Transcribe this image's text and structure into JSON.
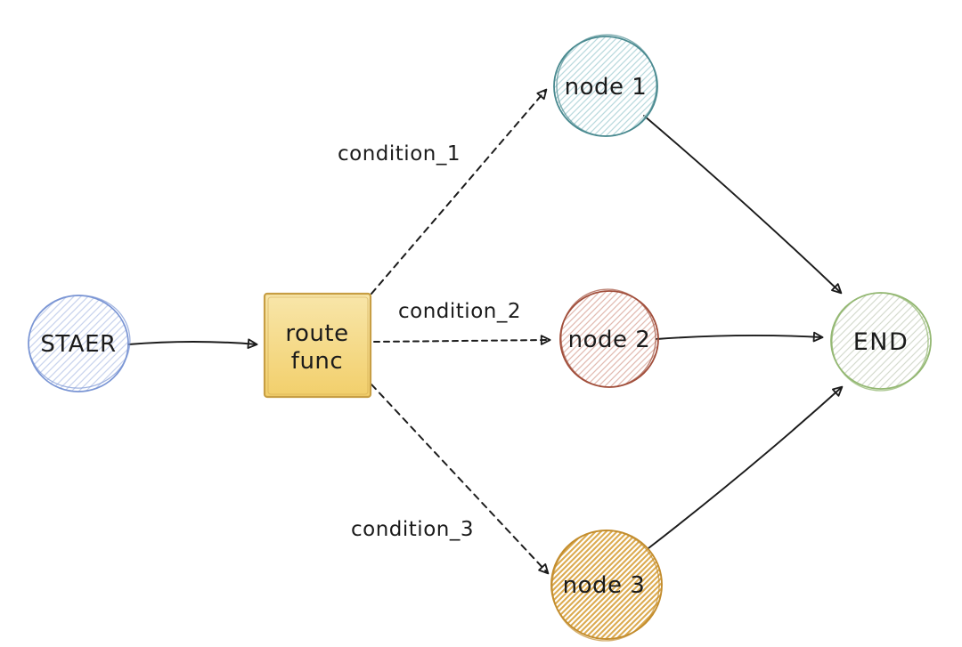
{
  "diagram": {
    "background": "#ffffff",
    "stroke_color": "#1b1b1b",
    "text_color": "#1b1b1b",
    "nodes": {
      "start": {
        "label": "STAER",
        "shape": "circle",
        "border_color": "#7a95d4",
        "hatch_color": "#c9d4ee"
      },
      "router": {
        "label_line1": "route",
        "label_line2": "func",
        "shape": "square",
        "border_color": "#c79e44",
        "fill_top": "#f8e6aa",
        "fill_bottom": "#f2cf6b"
      },
      "node1": {
        "label": "node 1",
        "shape": "circle",
        "border_color": "#4a8a90",
        "hatch_color": "#badade"
      },
      "node2": {
        "label": "node 2",
        "shape": "circle",
        "border_color": "#a14e3b",
        "hatch_color": "#e2bbb2"
      },
      "node3": {
        "label": "node 3",
        "shape": "circle",
        "border_color": "#c38d2e",
        "hatch_color": "#dcab50"
      },
      "end": {
        "label": "END",
        "shape": "circle",
        "border_color": "#94b873",
        "hatch_color": "#d6dccf"
      }
    },
    "edges": {
      "start_to_router": {
        "style": "solid"
      },
      "router_to_node1": {
        "style": "dashed",
        "label": "condition_1"
      },
      "router_to_node2": {
        "style": "dashed",
        "label": "condition_2"
      },
      "router_to_node3": {
        "style": "dashed",
        "label": "condition_3"
      },
      "node1_to_end": {
        "style": "solid"
      },
      "node2_to_end": {
        "style": "solid"
      },
      "node3_to_end": {
        "style": "solid"
      }
    }
  }
}
